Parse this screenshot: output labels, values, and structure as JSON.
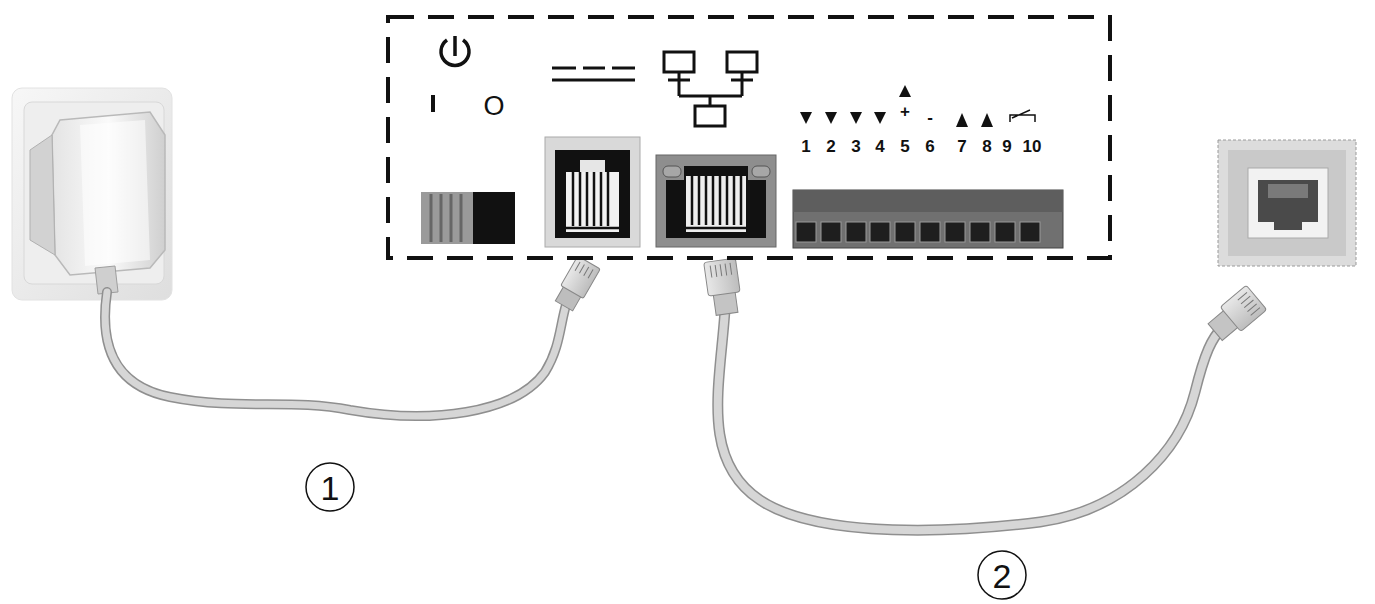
{
  "diagram": {
    "labels": [
      "O",
      "1",
      "2",
      "3",
      "4",
      "+",
      "5",
      "-",
      "6",
      "7",
      "8",
      "9",
      "10",
      "1",
      "2"
    ]
  }
}
